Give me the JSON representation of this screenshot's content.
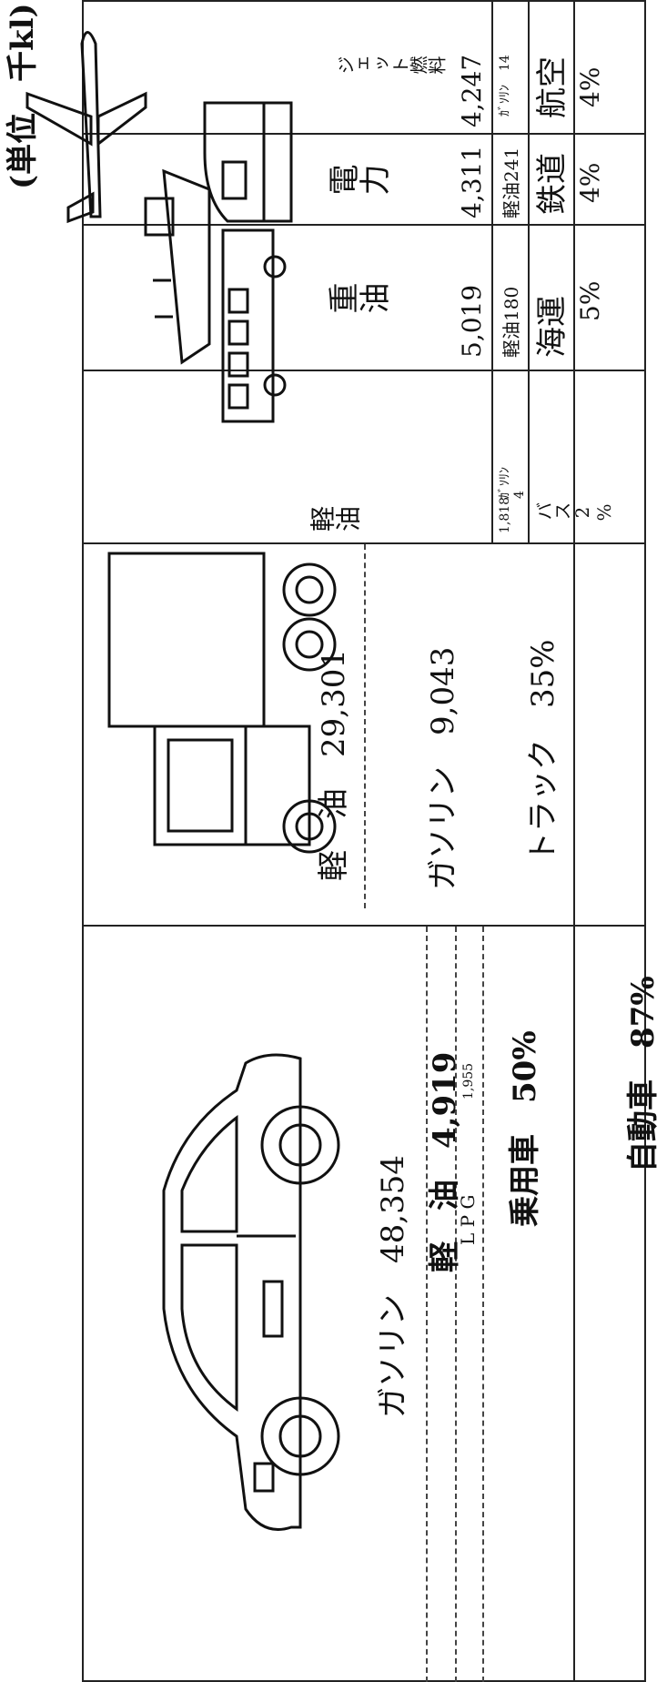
{
  "unit_label": "(単位　千kl)",
  "passenger_car": {
    "gasoline": "ガソリン　48,354",
    "diesel": "軽　油　4,919",
    "lpg_label": "L P G",
    "lpg_value": "1,955",
    "category": "乗用車　50%"
  },
  "truck": {
    "diesel": "軽　油　29,301",
    "gasoline": "ガソリン　9,043",
    "category": "トラック　35%"
  },
  "automobile_total": "自動車　87%",
  "bus": {
    "fuel_label": "軽油",
    "diesel_value": "1,818",
    "gasoline_label": "ｶﾞｿﾘﾝ",
    "gasoline_value": "4",
    "category": "バス2%"
  },
  "shipping": {
    "fuel_label": "重油",
    "value": "5,019",
    "sub": "軽油180",
    "category": "海運",
    "share": "5%"
  },
  "rail": {
    "fuel_label": "電力",
    "value": "4,311",
    "sub": "軽油241",
    "category": "鉄道",
    "share": "4%"
  },
  "aviation": {
    "fuel_label": "ジェット燃料",
    "value": "4,247",
    "gasoline_label": "ｶﾞｿﾘﾝ",
    "gasoline_value": "14",
    "category": "航空",
    "share": "4%"
  }
}
